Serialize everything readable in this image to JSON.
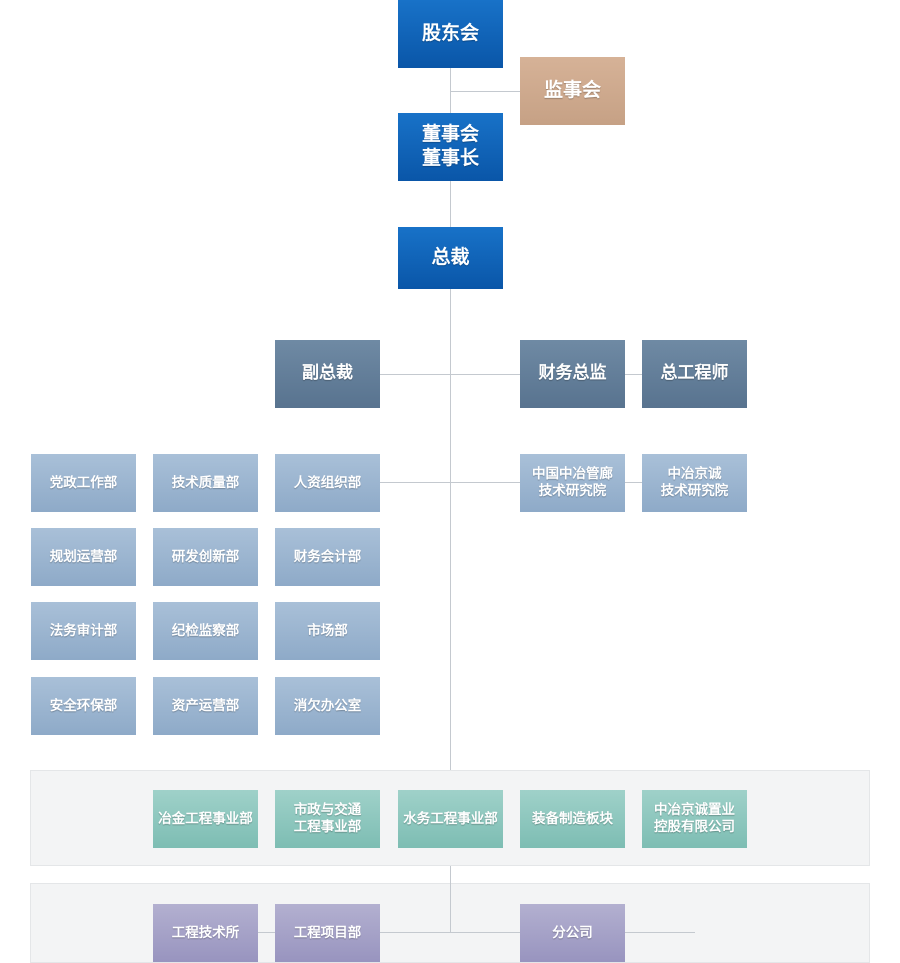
{
  "org_chart": {
    "shareholders": "股东会",
    "supervisory_board": "监事会",
    "board": "董事会\n董事长",
    "president": "总裁",
    "vice_president": "副总裁",
    "cfo": "财务总监",
    "chief_engineer": "总工程师",
    "departments": [
      "党政工作部",
      "技术质量部",
      "人资组织部",
      "规划运营部",
      "研发创新部",
      "财务会计部",
      "法务审计部",
      "纪检监察部",
      "市场部",
      "安全环保部",
      "资产运营部",
      "消欠办公室"
    ],
    "institutes": [
      "中国中冶管廊\n技术研究院",
      "中冶京诚\n技术研究院"
    ],
    "business_units": [
      "冶金工程事业部",
      "市政与交通\n工程事业部",
      "水务工程事业部",
      "装备制造板块",
      "中冶京诚置业\n控股有限公司"
    ],
    "subsidiaries": [
      "工程技术所",
      "工程项目部",
      "分公司"
    ]
  }
}
